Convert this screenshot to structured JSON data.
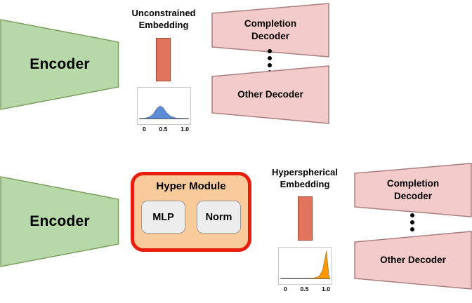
{
  "colors": {
    "encoder_fill": "#b7d8a8",
    "encoder_stroke": "#7ba05f",
    "decoder_fill": "#f4cbcb",
    "decoder_stroke": "#a97f7f",
    "embedding_fill": "#e0745c",
    "embedding_stroke": "#9c4a33",
    "hyper_fill": "#f9cb9b",
    "hyper_stroke": "#ea1c0d",
    "inner_box_fill": "#ededed",
    "inner_box_stroke": "#9a9a9a"
  },
  "unconstrained_pipeline": {
    "encoder_label": "Encoder",
    "embedding_label": "Unconstrained\nEmbedding",
    "completion_decoder_label": "Completion\nDecoder",
    "other_decoder_label": "Other Decoder"
  },
  "hyperspherical_pipeline": {
    "encoder_label": "Encoder",
    "hyper_module_label": "Hyper Module",
    "mlp_label": "MLP",
    "norm_label": "Norm",
    "embedding_label": "Hyperspherical\nEmbedding",
    "completion_decoder_label": "Completion\nDecoder",
    "other_decoder_label": "Other Decoder"
  },
  "chart_data": [
    {
      "type": "area",
      "description": "distribution of unconstrained embedding values",
      "xticks": [
        "0",
        "0.5",
        "1.0"
      ],
      "xlim": [
        0,
        1
      ],
      "grid": false,
      "color": "#5b8ad6",
      "points": [
        [
          0,
          0
        ],
        [
          0.12,
          0.02
        ],
        [
          0.2,
          0.06
        ],
        [
          0.28,
          0.16
        ],
        [
          0.35,
          0.36
        ],
        [
          0.42,
          0.46
        ],
        [
          0.48,
          0.4
        ],
        [
          0.55,
          0.22
        ],
        [
          0.63,
          0.09
        ],
        [
          0.75,
          0.02
        ],
        [
          1,
          0
        ]
      ]
    },
    {
      "type": "area",
      "description": "distribution of hyperspherical embedding values",
      "xticks": [
        "0",
        "0.5",
        "1.0"
      ],
      "xlim": [
        0,
        1
      ],
      "grid": false,
      "color": "#ff9900",
      "points": [
        [
          0,
          0
        ],
        [
          0.55,
          0
        ],
        [
          0.68,
          0.02
        ],
        [
          0.78,
          0.08
        ],
        [
          0.85,
          0.3
        ],
        [
          0.9,
          0.75
        ],
        [
          0.93,
          1.0
        ],
        [
          0.96,
          0.45
        ],
        [
          0.98,
          0.1
        ],
        [
          1,
          0
        ]
      ]
    }
  ]
}
